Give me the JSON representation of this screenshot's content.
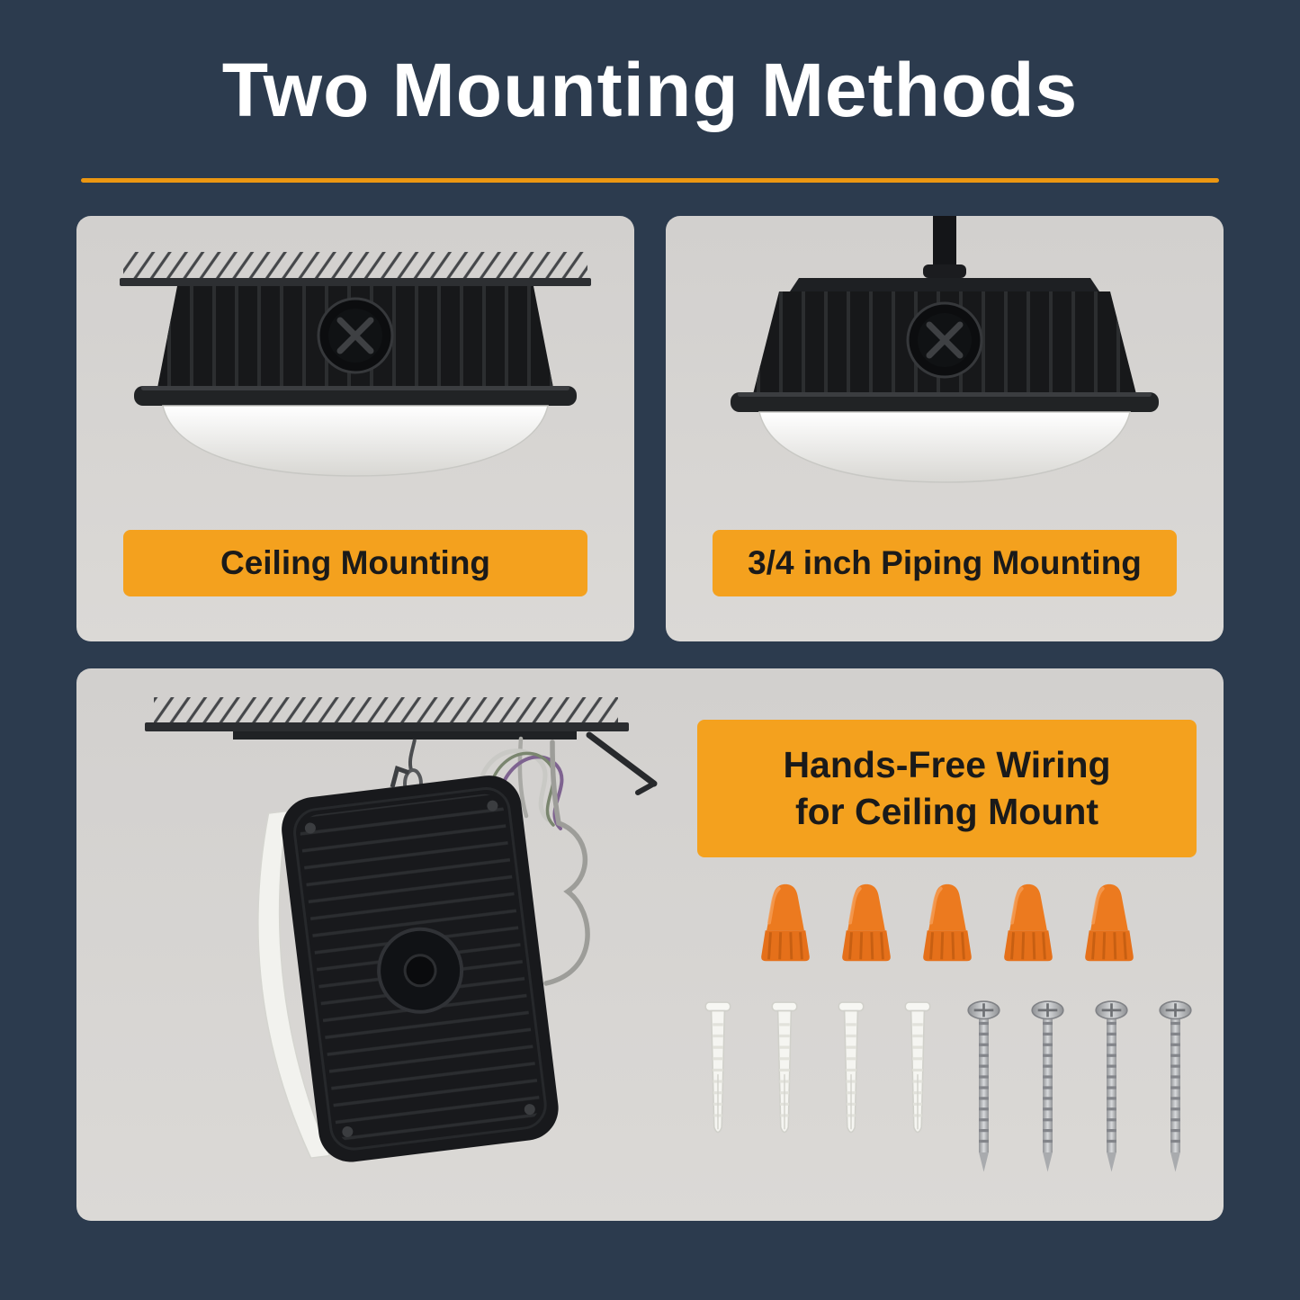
{
  "page": {
    "title": "Two Mounting Methods"
  },
  "theme": {
    "background": "#2C3B4E",
    "panel": "#D6D4D1",
    "accent_orange": "#F4A11E",
    "divider_orange": "#EC9712",
    "label_text": "#1A1A1A",
    "title_color": "#FFFFFF"
  },
  "panels": {
    "ceiling_mount": {
      "label": "Ceiling Mounting"
    },
    "pipe_mount": {
      "label": "3/4 inch Piping Mounting"
    },
    "wiring": {
      "label_line1": "Hands-Free Wiring",
      "label_line2": "for Ceiling Mount"
    }
  },
  "hardware": {
    "wire_nut_count": 5,
    "anchor_count": 4,
    "screw_count": 4
  },
  "icons": {
    "wire_nut": "wire-nut-icon",
    "wall_anchor": "wall-anchor-icon",
    "screw": "screw-icon"
  }
}
